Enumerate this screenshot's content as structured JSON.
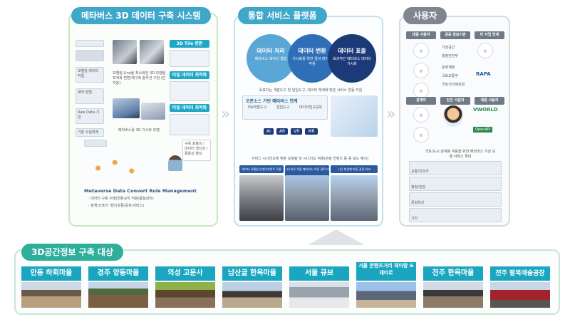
{
  "panels": {
    "left_title": "메타버스 3D 데이터 구축 시스템",
    "mid_title": "통합 서비스 플랫폼",
    "right_title": "사용자",
    "bottom_title": "3D공간정보 구축 대상"
  },
  "left": {
    "meta_title": "Metaverse Data Convert Rule Management",
    "meta_line1": "· 데이터 구축 수행(변환규칙 적용/품질관리)",
    "meta_line2": "· 정책/인프라 개선(유통/공유/서비스)",
    "tiles_header": "3D Tile 변환",
    "mesh_header": "타일 데이터 최적화",
    "mesh_header2": "타일 데이터 최적화",
    "model_caption": "모델링 Line을 최소화한 3D 모델링 최적화 변환/재구축 솔루션 구현 (민자용)",
    "city_caption": "메타버스용 3D 가시화 모델",
    "rule_caption": "구축 효율성 / 데이터 생산성 / 활용성 향상",
    "side_labels": [
      "모델링 데이터 작업",
      "제작 방법",
      "Raw Data 기반",
      "기본 수집체계"
    ]
  },
  "mid": {
    "c1_title": "데이터 처리",
    "c1_sub": "메타버스 데이터 결합",
    "c2_title": "데이터 변환",
    "c2_sub": "가시화를 위한 결과 데이터 작용",
    "c3_title": "데이터 표출",
    "c3_sub": "효과적인 메타버스 데이터 가시화",
    "tagline": "목표지는 개발도구 및 입입도구, 데이터 체계에 맞춘 서비스 연동 지원",
    "opensource": "오픈소스 기반 메타버스 연계",
    "icons": [
      "SW개발도구",
      "업입도구",
      "데이터입교공유"
    ],
    "tags": [
      "AI",
      "AR",
      "VR",
      "MR"
    ],
    "scenario": "서비스 시나리오에 맞춘 모델링 및 시나리오 적용(관광 컨텐츠 등 용 모드 예시)",
    "tabs": [
      "데이터 모델링 인게이지먼트 적용",
      "시나리오 적용 메타버스 이동 경로 비교",
      "시간 변경에 따른 경관 비교"
    ]
  },
  "right": {
    "top_tags": [
      "대중 사용자",
      "공공 정보기관",
      "타 사업 연계"
    ],
    "org_items": [
      "가상공간",
      "행정안전부",
      "문화재청",
      "국토교통부",
      "국토지리정보원"
    ],
    "mid_tags": [
      "관계자",
      "민간 사업자",
      "대중 사용자"
    ],
    "brands": [
      "VWORLD",
      "RAPA",
      "OpenAPI"
    ],
    "bottom_caption": "국토/도시 관계용 적용을 위한 메타버스 가상 모델 서비스 확대",
    "service_rows": [
      "교통/인프라",
      "행정/관광",
      "문화유산",
      "기타"
    ]
  },
  "places": [
    {
      "name": "안동 하회마을"
    },
    {
      "name": "경주 양동마을"
    },
    {
      "name": "의성 고운사"
    },
    {
      "name": "남산골 한옥마을"
    },
    {
      "name": "서울 큐브"
    },
    {
      "name": "서울 콘텐츠거리 재미랑 & 재미로"
    },
    {
      "name": "전주 한옥마을"
    },
    {
      "name": "전주 팔복예술공장"
    }
  ]
}
